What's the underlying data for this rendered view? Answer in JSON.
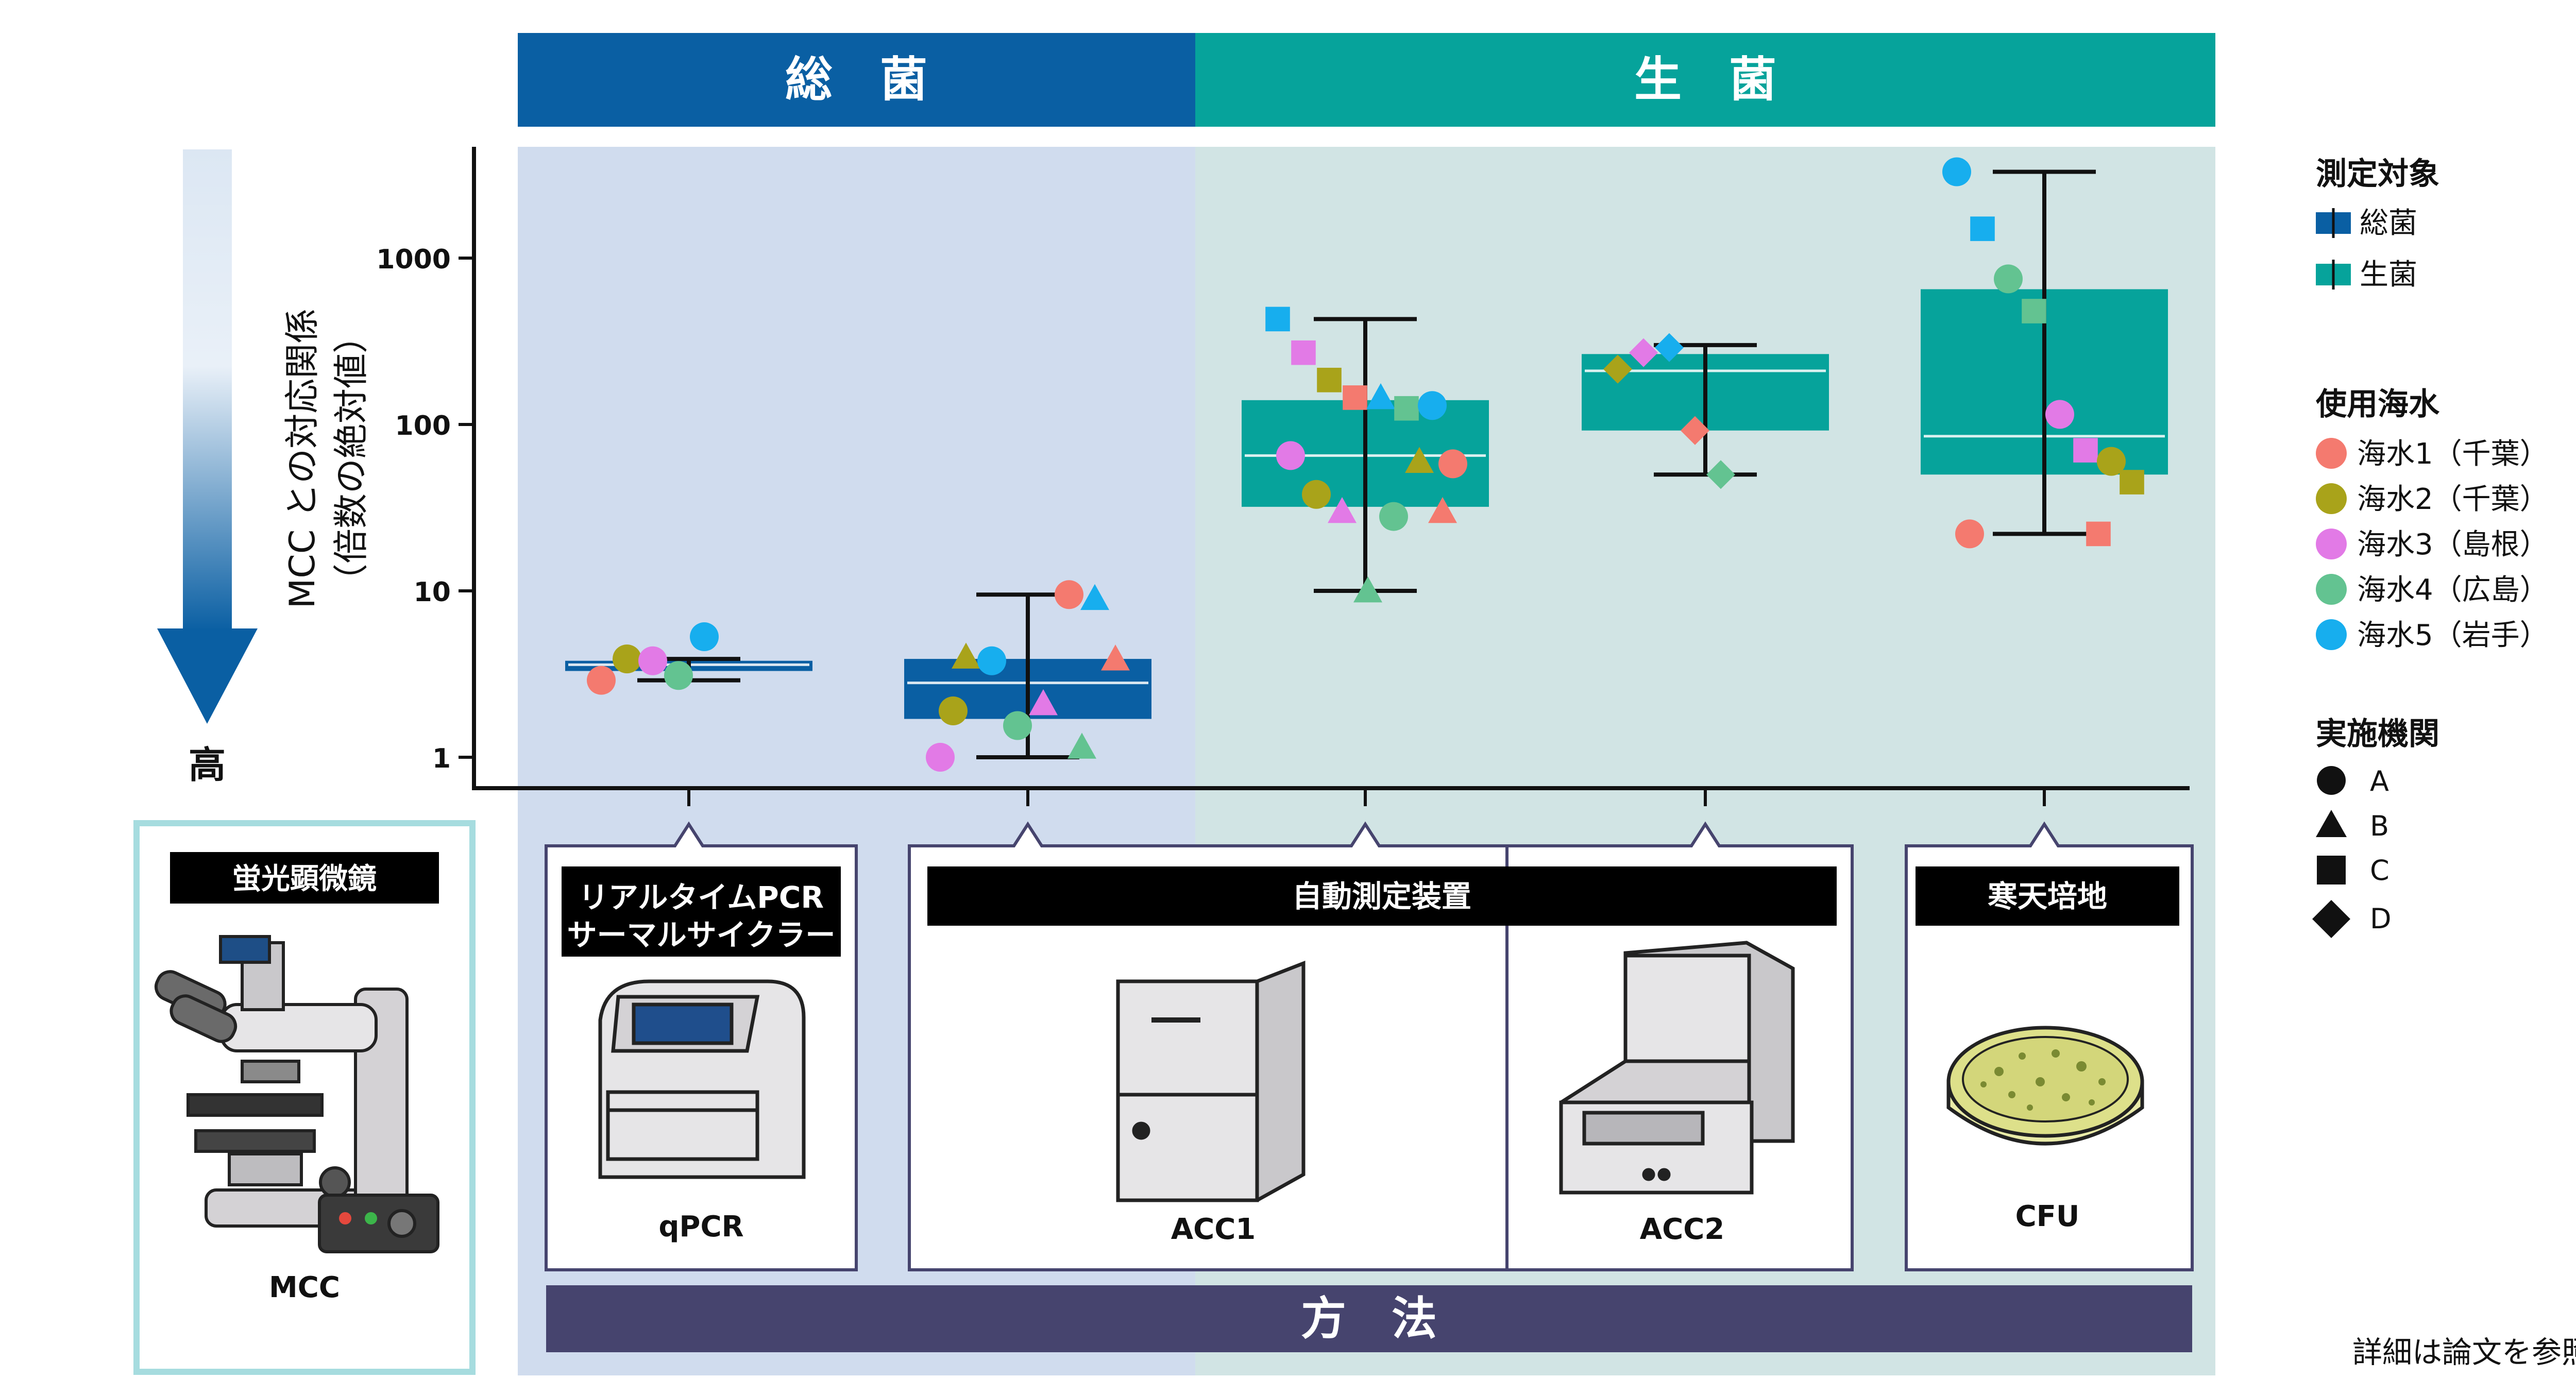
{
  "header": {
    "total_label": "総　菌",
    "live_label": "生　菌"
  },
  "colors": {
    "total_dark": "#0a5fa3",
    "total_bg": "#d0dcee",
    "live_dark": "#06a39b",
    "live_bg": "#d1e4e4",
    "method_bar": "#46446e",
    "mcc_frame": "#a6dcdf",
    "water1": "#f47a6f",
    "water2": "#a9a31a",
    "water3": "#e27ae6",
    "water4": "#63c391",
    "water5": "#17aeee"
  },
  "axis": {
    "ylabel_line1": "MCC との対応関係",
    "ylabel_line2": "（倍数の絶対値）",
    "ticks": [
      "1",
      "10",
      "100",
      "1000"
    ],
    "arrow_label": "高"
  },
  "chart_data": {
    "type": "box",
    "scale": "log",
    "ylim": [
      0.85,
      4000
    ],
    "ticks": [
      1,
      10,
      100,
      1000
    ],
    "groups": [
      {
        "name": "qPCR",
        "category": "総菌",
        "q1": 3.3,
        "median": 3.6,
        "q3": 3.8,
        "whisker_low": 2.9,
        "whisker_high": 3.9,
        "points": [
          {
            "water": 1,
            "inst": "A",
            "y": 2.9
          },
          {
            "water": 2,
            "inst": "A",
            "y": 3.9
          },
          {
            "water": 3,
            "inst": "A",
            "y": 3.8
          },
          {
            "water": 4,
            "inst": "A",
            "y": 3.1
          },
          {
            "water": 5,
            "inst": "A",
            "y": 5.3
          }
        ]
      },
      {
        "name": "ACC1",
        "category": "総菌",
        "q1": 1.7,
        "median": 2.8,
        "q3": 3.9,
        "whisker_low": 1.0,
        "whisker_high": 9.5,
        "points": [
          {
            "water": 3,
            "inst": "A",
            "y": 1.0
          },
          {
            "water": 2,
            "inst": "B",
            "y": 4.0
          },
          {
            "water": 5,
            "inst": "A",
            "y": 3.8
          },
          {
            "water": 4,
            "inst": "A",
            "y": 1.55
          },
          {
            "water": 3,
            "inst": "B",
            "y": 2.1
          },
          {
            "water": 1,
            "inst": "A",
            "y": 9.5
          },
          {
            "water": 5,
            "inst": "B",
            "y": 9.0
          },
          {
            "water": 1,
            "inst": "B",
            "y": 3.9
          },
          {
            "water": 2,
            "inst": "A",
            "y": 1.9
          },
          {
            "water": 4,
            "inst": "B",
            "y": 1.15
          }
        ]
      },
      {
        "name": "ACC1",
        "category": "生菌",
        "q1": 32,
        "median": 65,
        "q3": 140,
        "whisker_low": 10,
        "whisker_high": 430,
        "points": [
          {
            "water": 5,
            "inst": "C",
            "y": 430
          },
          {
            "water": 3,
            "inst": "C",
            "y": 270
          },
          {
            "water": 2,
            "inst": "C",
            "y": 185
          },
          {
            "water": 1,
            "inst": "C",
            "y": 145
          },
          {
            "water": 5,
            "inst": "B",
            "y": 145
          },
          {
            "water": 4,
            "inst": "C",
            "y": 125
          },
          {
            "water": 5,
            "inst": "A",
            "y": 130
          },
          {
            "water": 1,
            "inst": "A",
            "y": 58
          },
          {
            "water": 3,
            "inst": "A",
            "y": 65
          },
          {
            "water": 2,
            "inst": "B",
            "y": 60
          },
          {
            "water": 2,
            "inst": "A",
            "y": 38
          },
          {
            "water": 4,
            "inst": "A",
            "y": 28
          },
          {
            "water": 1,
            "inst": "B",
            "y": 30
          },
          {
            "water": 3,
            "inst": "B",
            "y": 30
          },
          {
            "water": 4,
            "inst": "B",
            "y": 10
          }
        ]
      },
      {
        "name": "ACC2",
        "category": "生菌",
        "q1": 92,
        "median": 210,
        "q3": 265,
        "whisker_low": 50,
        "whisker_high": 300,
        "points": [
          {
            "water": 2,
            "inst": "D",
            "y": 215
          },
          {
            "water": 3,
            "inst": "D",
            "y": 270
          },
          {
            "water": 5,
            "inst": "D",
            "y": 290
          },
          {
            "water": 1,
            "inst": "D",
            "y": 92
          },
          {
            "water": 4,
            "inst": "D",
            "y": 50
          }
        ]
      },
      {
        "name": "CFU",
        "category": "生菌",
        "q1": 50,
        "median": 85,
        "q3": 650,
        "whisker_low": 22,
        "whisker_high": 3300,
        "points": [
          {
            "water": 5,
            "inst": "A",
            "y": 3300
          },
          {
            "water": 5,
            "inst": "C",
            "y": 1500
          },
          {
            "water": 4,
            "inst": "A",
            "y": 750
          },
          {
            "water": 4,
            "inst": "C",
            "y": 480
          },
          {
            "water": 3,
            "inst": "A",
            "y": 115
          },
          {
            "water": 3,
            "inst": "C",
            "y": 70
          },
          {
            "water": 2,
            "inst": "A",
            "y": 60
          },
          {
            "water": 2,
            "inst": "C",
            "y": 45
          },
          {
            "water": 1,
            "inst": "A",
            "y": 22
          },
          {
            "water": 1,
            "inst": "C",
            "y": 22
          }
        ]
      }
    ]
  },
  "legend": {
    "target_title": "測定対象",
    "target_items": [
      "総菌",
      "生菌"
    ],
    "water_title": "使用海水",
    "water_items": [
      "海水1（千葉）",
      "海水2（千葉）",
      "海水3（島根）",
      "海水4（広島）",
      "海水5（岩手）"
    ],
    "inst_title": "実施機関",
    "inst_items": [
      "A",
      "B",
      "C",
      "D"
    ]
  },
  "methods": {
    "mcc_header": "蛍光顕微鏡",
    "mcc_label": "MCC",
    "qpcr_header_line1": "リアルタイムPCR",
    "qpcr_header_line2": "サーマルサイクラー",
    "qpcr_label": "qPCR",
    "acc_header": "自動測定装置",
    "acc1_label": "ACC1",
    "acc2_label": "ACC2",
    "cfu_header": "寒天培地",
    "cfu_label": "CFU",
    "bar_label": "方　法"
  },
  "footnote": "詳細は論文を参照"
}
